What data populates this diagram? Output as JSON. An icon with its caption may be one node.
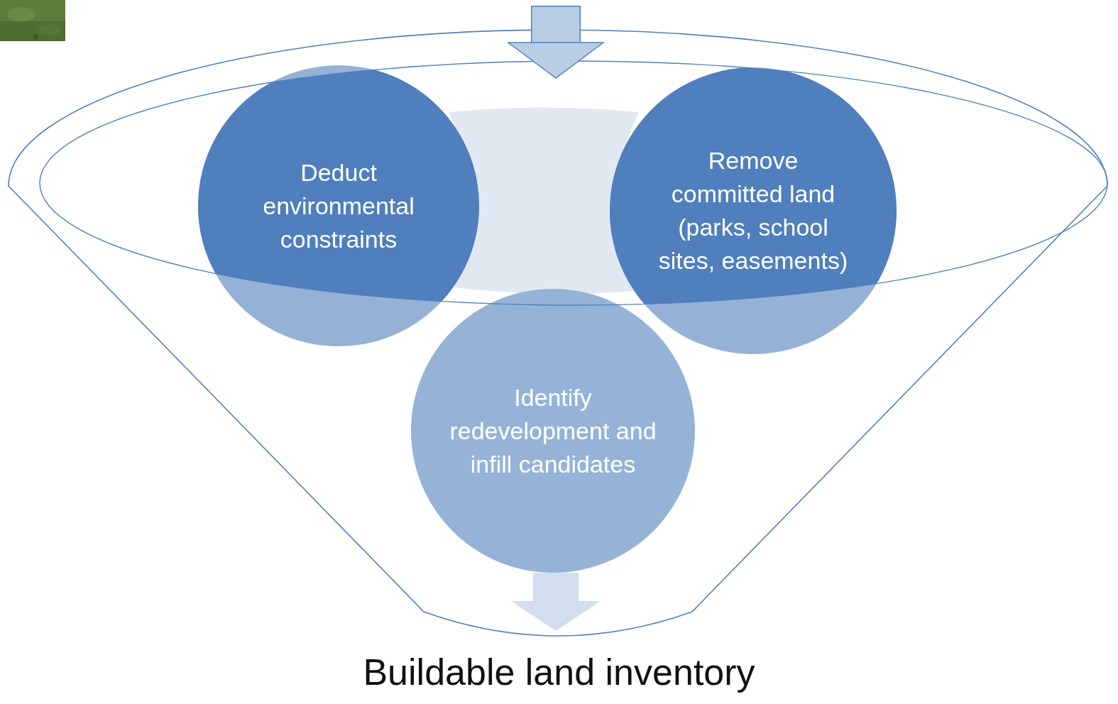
{
  "diagram": {
    "nodes": [
      {
        "text": [],
        "shape": "funnel"
      },
      {
        "text": [
          "Deduct environmental constraints"
        ],
        "in": 0
      },
      {
        "text": [
          "Remove committed land (parks,  school sites, easements)"
        ],
        "in": 0
      },
      {
        "text": [
          "Identify redevelopment and infill candidates"
        ],
        "in": 0
      },
      {
        "text": [
          "Buildable land inventory"
        ]
      }
    ],
    "edges": [
      {
        "from": null,
        "to": 0,
        "arrow": "to"
      },
      {
        "from": 3,
        "to": 4,
        "arrow": "to"
      }
    ]
  }
}
